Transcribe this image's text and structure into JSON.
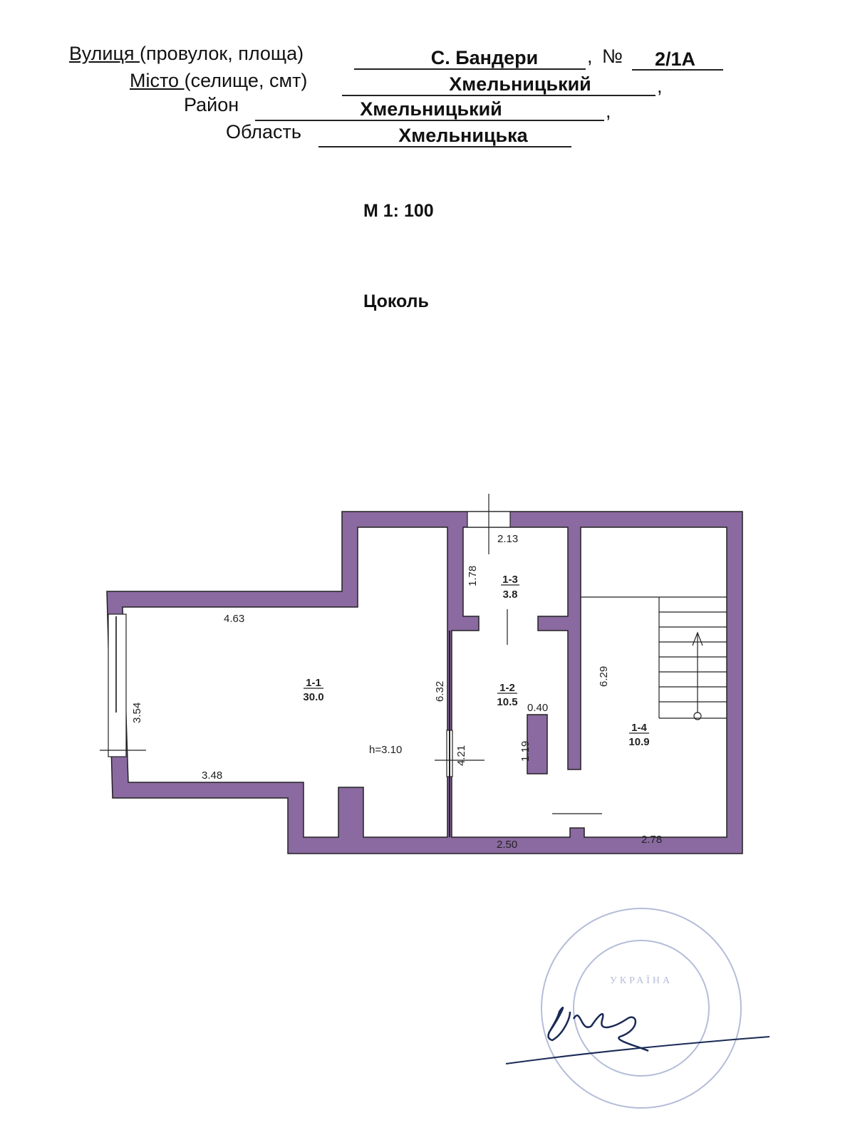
{
  "address": {
    "street_label_u": "Вулиця ",
    "street_label": "(провулок, площа)",
    "street_value": "С. Бандери",
    "number_label": "№",
    "number_value": "2/1А",
    "city_label_u": "Місто ",
    "city_label": "(селище, смт)",
    "city_value": "Хмельницький",
    "district_label": "Район",
    "district_value": "Хмельницький",
    "region_label": "Область",
    "region_value": "Хмельницька",
    "comma": ","
  },
  "plan": {
    "scale": "М 1: 100",
    "floor": "Цоколь",
    "wall_color": "#8a6aa0",
    "ceiling_height": "h=3.10",
    "rooms": [
      {
        "id": "1-1",
        "area": "30.0"
      },
      {
        "id": "1-2",
        "area": "10.5"
      },
      {
        "id": "1-3",
        "area": "3.8"
      },
      {
        "id": "1-4",
        "area": "10.9"
      }
    ],
    "dimensions": {
      "d463": "4.63",
      "d354": "3.54",
      "d348": "3.48",
      "d632": "6.32",
      "d421": "4.21",
      "d213": "2.13",
      "d178": "1.78",
      "d629": "6.29",
      "d040": "0.40",
      "d119": "1.19",
      "d250": "2.50",
      "d278": "2.78"
    }
  },
  "stamp": {
    "center_text": "УКРАЇНА",
    "color": "#9aa6c8"
  }
}
